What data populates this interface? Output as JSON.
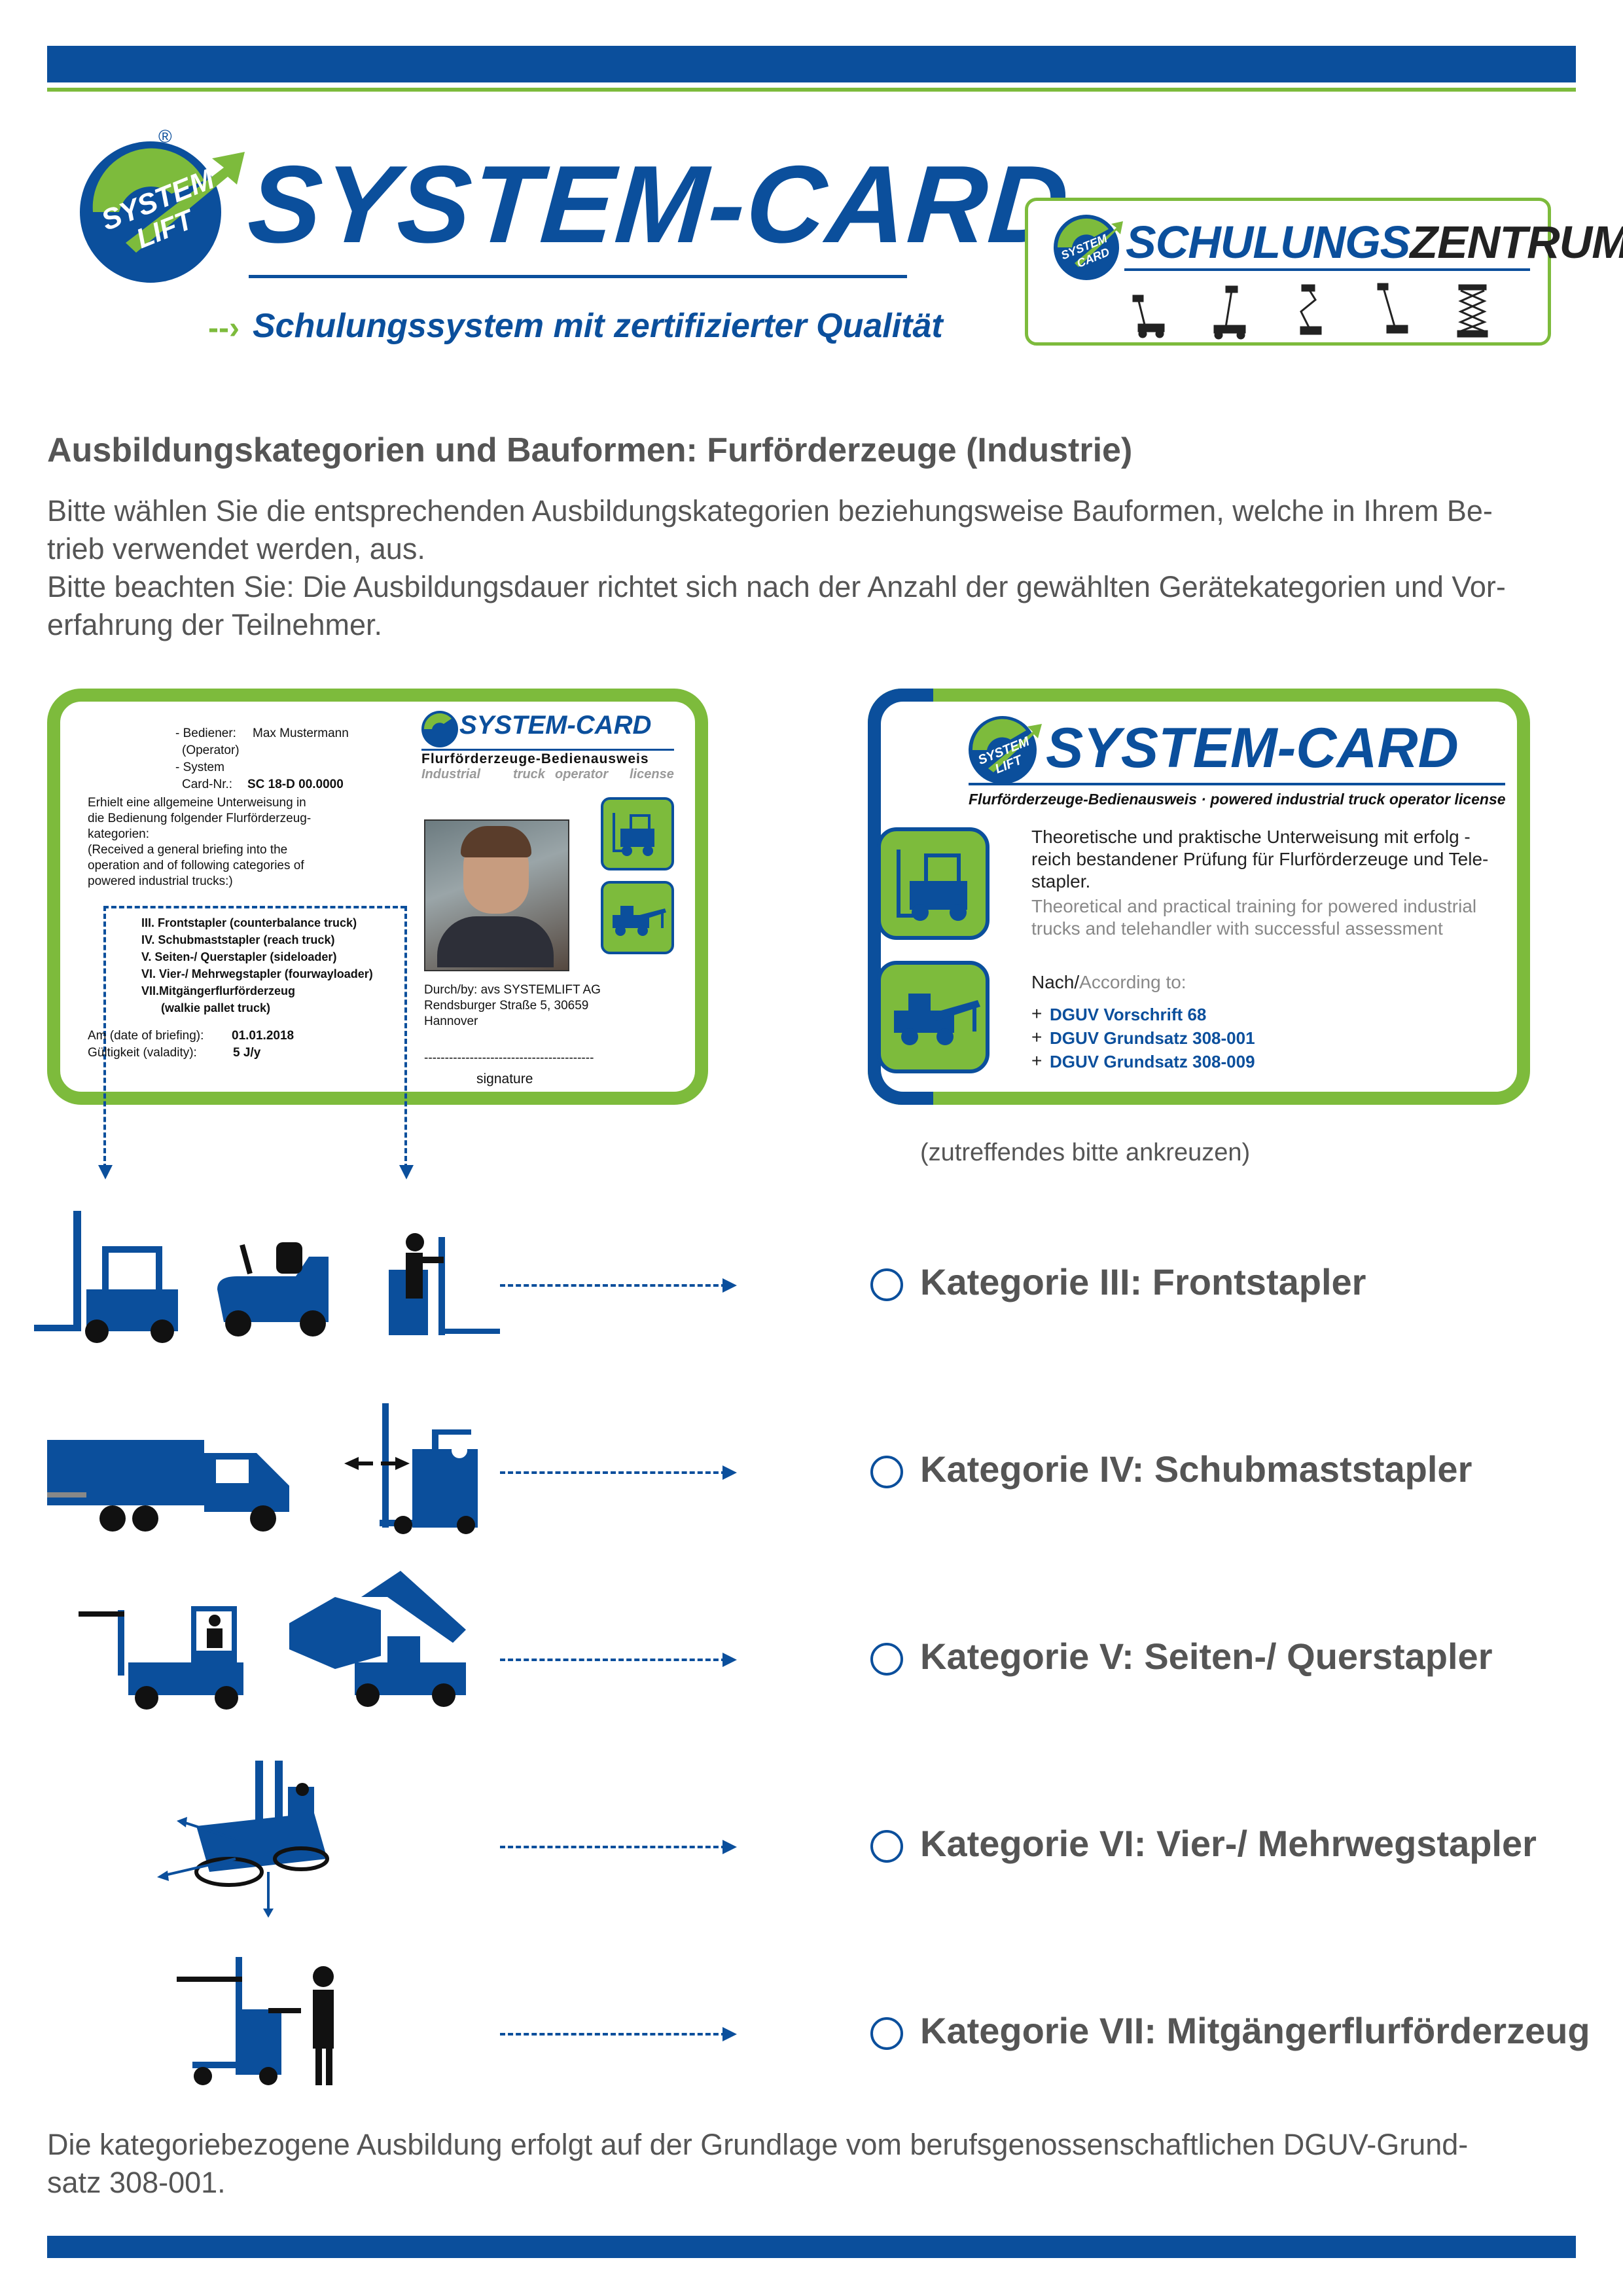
{
  "logo": {
    "brand": "SYSTEM-CARD",
    "badge_top": "SYSTEM",
    "badge_bottom": "LIFT",
    "registered": "®",
    "slogan": "Schulungssystem mit zertifizierter Qualität"
  },
  "schulungszentrum": {
    "part1": "SCHULUNGS",
    "part2": "ZENTRUM",
    "badge_top": "SYSTEM",
    "badge_bottom": "CARD"
  },
  "heading": "Ausbildungskategorien und Bauformen: Furförderzeuge (Industrie)",
  "intro": {
    "line1": "Bitte wählen Sie die entsprechenden Ausbildungskategorien beziehungsweise Bauformen, welche in Ihrem Be-",
    "line2": "trieb verwendet werden, aus.",
    "line3": "Bitte beachten Sie: Die Ausbildungsdauer richtet sich nach der Anzahl der gewählten Gerätekategorien und Vor-",
    "line4": "erfahrung der Teilnehmer."
  },
  "card_front": {
    "operator_label": "- Bediener:",
    "operator_value": "Max Mustermann",
    "operator_en": "(Operator)",
    "system_label": "- System",
    "card_label": "Card-Nr.:",
    "card_value": "SC 18-D 00.0000",
    "brand": "SYSTEM-CARD",
    "subtitle_de": "Flurförderzeuge-Bedienausweis",
    "subtitle_en_1": "Industrial",
    "subtitle_en_2": "truck",
    "subtitle_en_3": "operator",
    "subtitle_en_4": "license",
    "text1": "Erhielt eine allgemeine Unterweisung in",
    "text2": "die Bedienung folgender Flurförderzeug-",
    "text3": "kategorien:",
    "text4": "(Received a general briefing into the",
    "text5": "operation and of following categories of",
    "text6": "powered industrial trucks:)",
    "cat3": "III.  Frontstapler (counterbalance truck)",
    "cat4": "IV.  Schubmaststapler (reach truck)",
    "cat5": "V.   Seiten-/ Querstapler (sideloader)",
    "cat6": "VI.  Vier-/ Mehrwegstapler (fourwayloader)",
    "cat7": "VII.Mitgängerflurförderzeug",
    "cat7b": "(walkie pallet truck)",
    "date_label": "Am (date of briefing):",
    "date_value": "01.01.2018",
    "valid_label": "Gültigkeit (valadity):",
    "valid_value": "5 J/y",
    "by1": "Durch/by: avs SYSTEMLIFT AG",
    "by2": "Rendsburger Straße 5, 30659",
    "by3": "Hannover",
    "sig_line": "-----------------------------------------",
    "signature": "signature"
  },
  "card_back": {
    "brand": "SYSTEM-CARD",
    "subtitle": "Flurförderzeuge-Bedienausweis · powered industrial truck operator license",
    "de1": "Theoretische und praktische Unterweisung mit erfolg -",
    "de2": "reich bestandener Prüfung für Flurförderzeuge und Tele-",
    "de3": "stapler.",
    "en1": "Theoretical and practical training for powered industrial",
    "en2": "trucks and telehandler with successful assessment",
    "nach": "Nach/",
    "according": "According to:",
    "r1": "DGUV Vorschrift 68",
    "r2": "DGUV Grundsatz 308-001",
    "r3": "DGUV Grundsatz 308-009",
    "plus": "+"
  },
  "hint": "(zutreffendes bitte ankreuzen)",
  "categories": [
    {
      "label": "Kategorie III: Frontstapler"
    },
    {
      "label": "Kategorie IV: Schubmaststapler"
    },
    {
      "label": "Kategorie V: Seiten-/ Querstapler"
    },
    {
      "label": "Kategorie VI: Vier-/ Mehrwegstapler"
    },
    {
      "label": "Kategorie VII: Mitgängerflurförderzeug"
    }
  ],
  "footer": {
    "line1": "Die kategoriebezogene Ausbildung erfolgt auf der Grundlage vom berufsgenossenschaftlichen DGUV-Grund-",
    "line2": "satz 308-001."
  },
  "colors": {
    "brand_blue": "#0b4f9c",
    "brand_green": "#7dbb3c",
    "text_gray": "#555555"
  }
}
